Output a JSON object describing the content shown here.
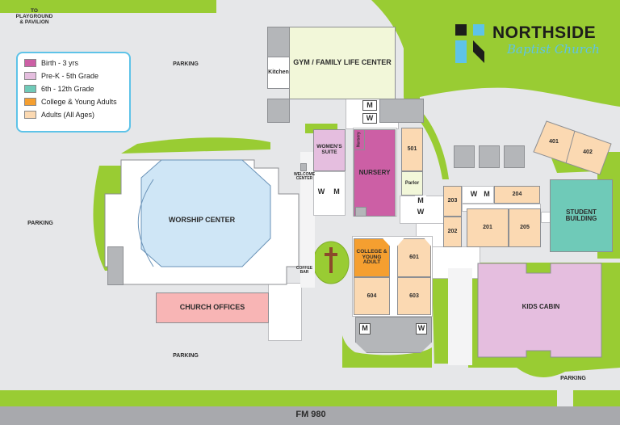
{
  "legend": {
    "items": [
      {
        "label": "Birth - 3 yrs",
        "color": "#cc5fa5"
      },
      {
        "label": "Pre-K - 5th Grade",
        "color": "#e5bedf"
      },
      {
        "label": "6th - 12th Grade",
        "color": "#6fcab8"
      },
      {
        "label": "College & Young Adults",
        "color": "#f59f30"
      },
      {
        "label": "Adults (All Ages)",
        "color": "#fbd9b2"
      }
    ]
  },
  "logo": {
    "line1": "NORTHSIDE",
    "line2": "Baptist Church",
    "accent": "#5ec3e8"
  },
  "labels": {
    "playground": "TO\nPLAYGROUND\n& PAVILION",
    "parking": "PARKING",
    "road": "FM 980",
    "gym": "GYM / FAMILY LIFE CENTER",
    "kitchen": "Kitchen",
    "worship": "WORSHIP CENTER",
    "church_offices": "CHURCH OFFICES",
    "womens_suite": "WOMEN'S\nSUITE",
    "welcome_center": "WELCOME\nCENTER",
    "coffee_bar": "COFFEE\nBAR",
    "nursery": "NURSERY",
    "nursery_small": "Nursery",
    "parlor": "Parlor",
    "college": "COLLEGE &\nYOUNG ADULT",
    "student_building": "STUDENT\nBUILDING",
    "kids_cabin": "KIDS CABIN",
    "men": "M",
    "women": "W"
  },
  "rooms": {
    "r401": "401",
    "r402": "402",
    "r501": "501",
    "r203": "203",
    "r202": "202",
    "r204": "204",
    "r201": "201",
    "r205": "205",
    "r601": "601",
    "r603": "603",
    "r604": "604"
  },
  "colors": {
    "green": "#99cc33",
    "background": "#e6e7e9",
    "worship": "#cfe6f6",
    "offices": "#f8b5b5",
    "gym": "#f2f7d9",
    "road": "#a8a9ad"
  }
}
